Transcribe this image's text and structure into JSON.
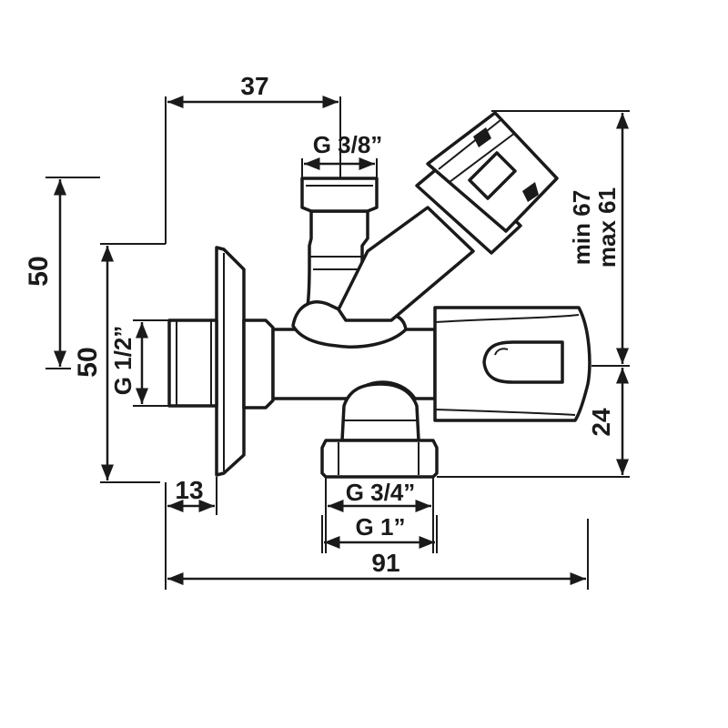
{
  "dimensions": {
    "top_width": "37",
    "top_thread": "G 3/8”",
    "left_height": "50",
    "left_inner_height": "50",
    "inlet_thread": "G 1/2”",
    "right_min": "min 67",
    "right_max": "max 61",
    "right_bottom": "24",
    "flange_width": "13",
    "outlet_thread_small": "G 3/4”",
    "outlet_thread_large": "G 1”",
    "total_width": "91"
  },
  "colors": {
    "ink": "#1a1a1a",
    "paper": "#ffffff"
  }
}
